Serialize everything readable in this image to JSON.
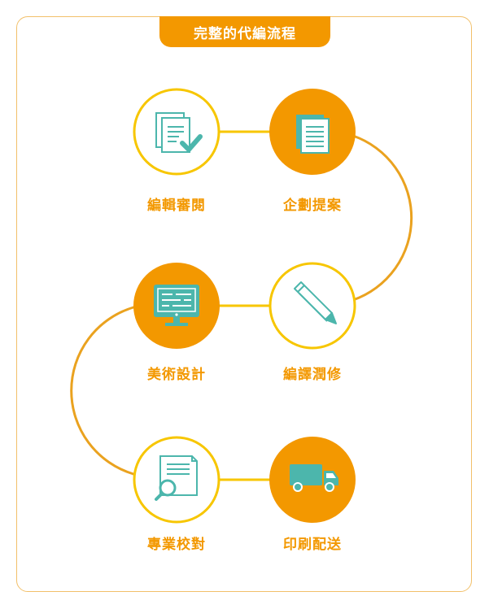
{
  "title": "完整的代編流程",
  "steps": [
    {
      "id": "proposal",
      "label": "企劃提案",
      "icon": "document-stack-icon",
      "style": "filled"
    },
    {
      "id": "editing",
      "label": "編輯審閱",
      "icon": "document-checkmark-icon",
      "style": "outline"
    },
    {
      "id": "translation",
      "label": "編譯潤修",
      "icon": "pencil-icon",
      "style": "outline"
    },
    {
      "id": "design",
      "label": "美術設計",
      "icon": "monitor-icon",
      "style": "filled"
    },
    {
      "id": "proofread",
      "label": "專業校對",
      "icon": "document-magnifier-icon",
      "style": "outline"
    },
    {
      "id": "printing",
      "label": "印刷配送",
      "icon": "delivery-truck-icon",
      "style": "filled"
    }
  ],
  "colors": {
    "orange": "#f39800",
    "yellow": "#f7c600",
    "teal": "#4cb6ac",
    "frame": "#f2c06a"
  }
}
